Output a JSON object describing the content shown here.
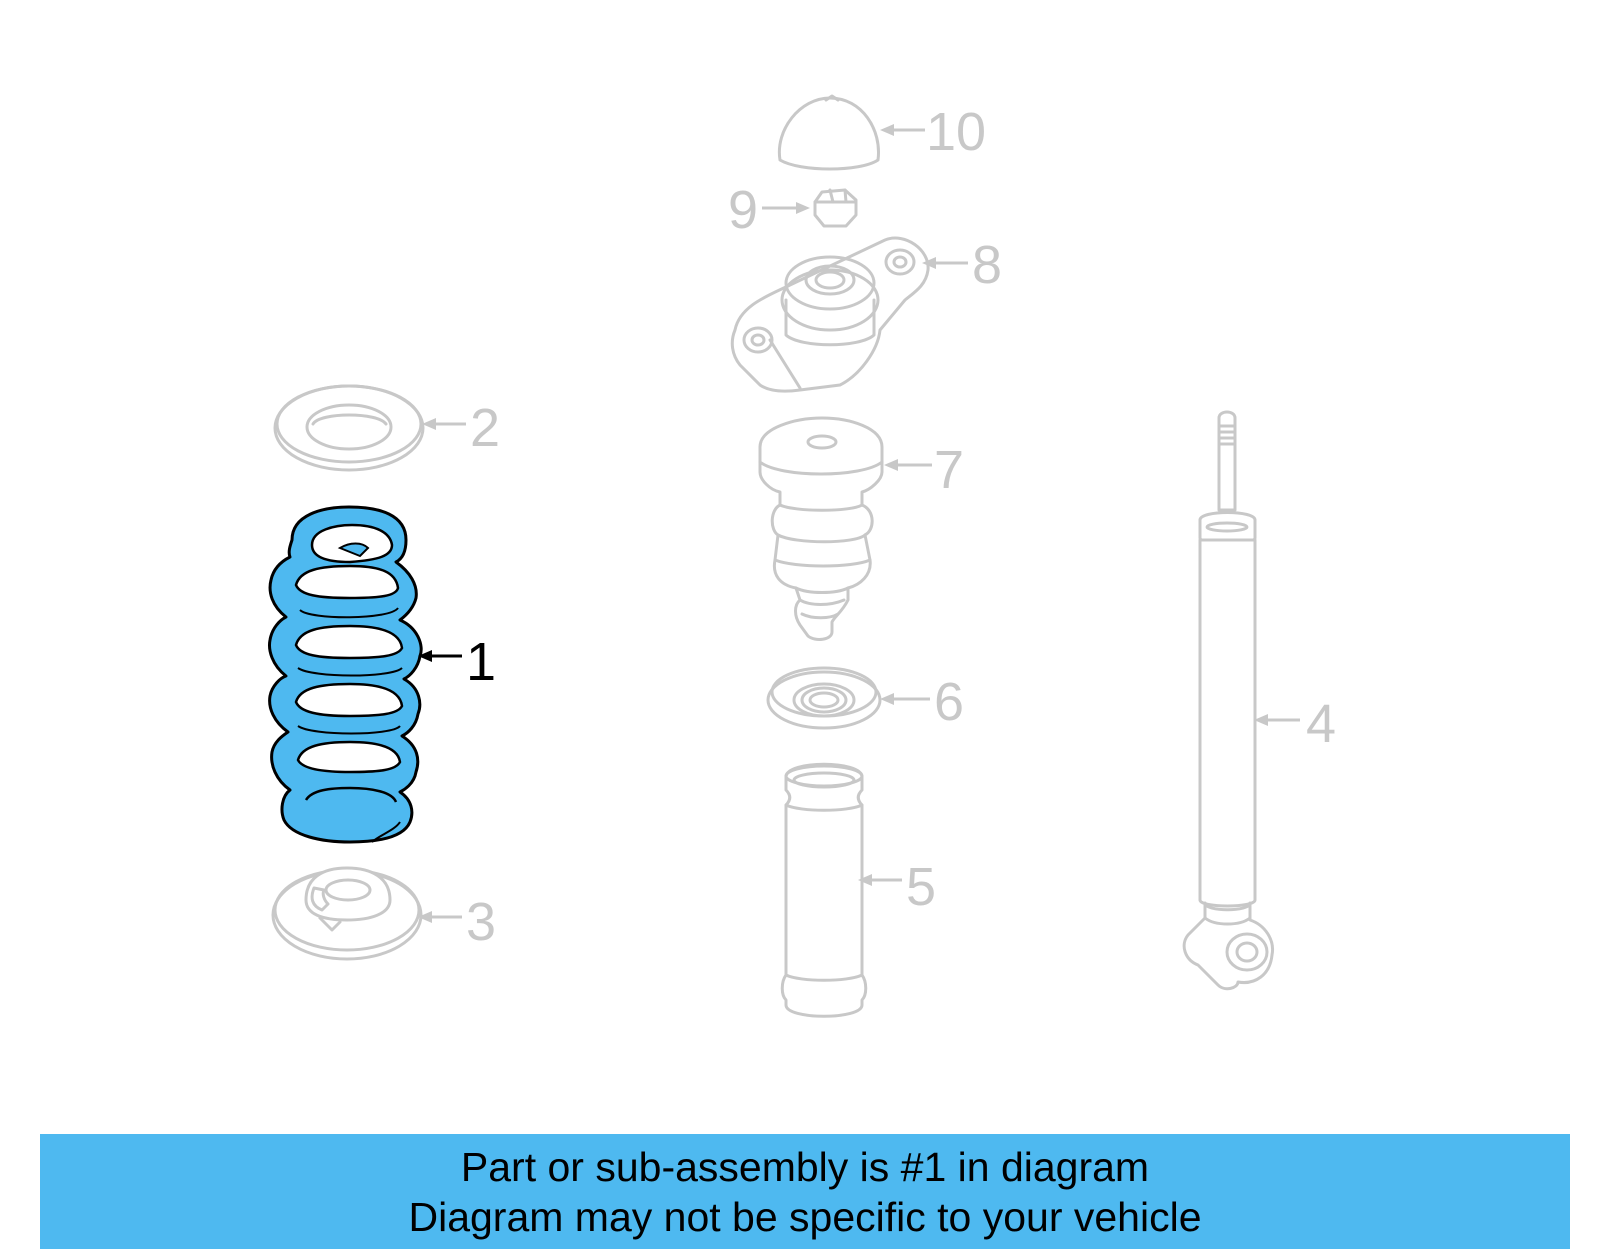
{
  "colors": {
    "highlight": "#4eb9f0",
    "inactive": "#c8c8c8",
    "banner": "#4eb9f0"
  },
  "callouts": [
    {
      "id": "1",
      "label": "1",
      "highlighted": true
    },
    {
      "id": "2",
      "label": "2",
      "highlighted": false
    },
    {
      "id": "3",
      "label": "3",
      "highlighted": false
    },
    {
      "id": "4",
      "label": "4",
      "highlighted": false
    },
    {
      "id": "5",
      "label": "5",
      "highlighted": false
    },
    {
      "id": "6",
      "label": "6",
      "highlighted": false
    },
    {
      "id": "7",
      "label": "7",
      "highlighted": false
    },
    {
      "id": "8",
      "label": "8",
      "highlighted": false
    },
    {
      "id": "9",
      "label": "9",
      "highlighted": false
    },
    {
      "id": "10",
      "label": "10",
      "highlighted": false
    }
  ],
  "banner": {
    "line1": "Part or sub-assembly is #1 in diagram",
    "line2": "Diagram may not be specific to your vehicle"
  }
}
